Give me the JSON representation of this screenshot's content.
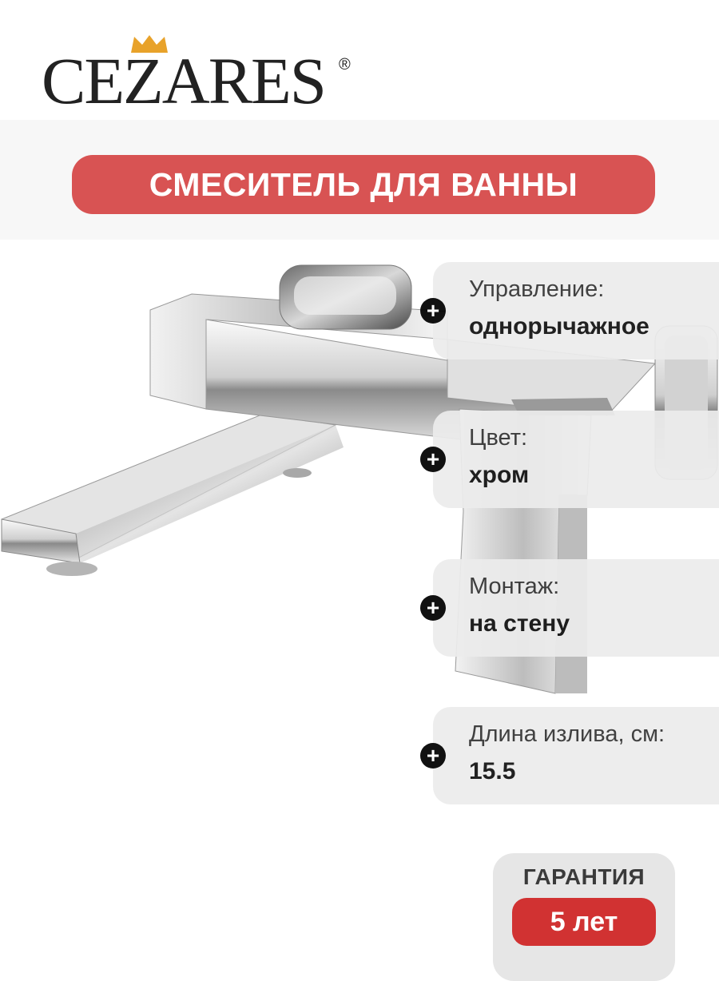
{
  "brand": {
    "name": "CEZARES",
    "registered_mark": "®",
    "crown_color": "#e8a22a"
  },
  "title": "СМЕСИТЕЛЬ ДЛЯ ВАННЫ",
  "colors": {
    "title_bg": "#d85353",
    "warranty_bg": "#d13232",
    "card_bg": "#ececec"
  },
  "specs": [
    {
      "label": "Управление:",
      "value": "однорычажное",
      "icon": "plus-icon"
    },
    {
      "label": "Цвет:",
      "value": "хром",
      "icon": "plus-icon"
    },
    {
      "label": "Монтаж:",
      "value": "на стену",
      "icon": "plus-icon"
    },
    {
      "label": "Длина излива, см:",
      "value": "15.5",
      "icon": "plus-icon"
    }
  ],
  "warranty": {
    "label": "ГАРАНТИЯ",
    "value": "5 лет"
  }
}
